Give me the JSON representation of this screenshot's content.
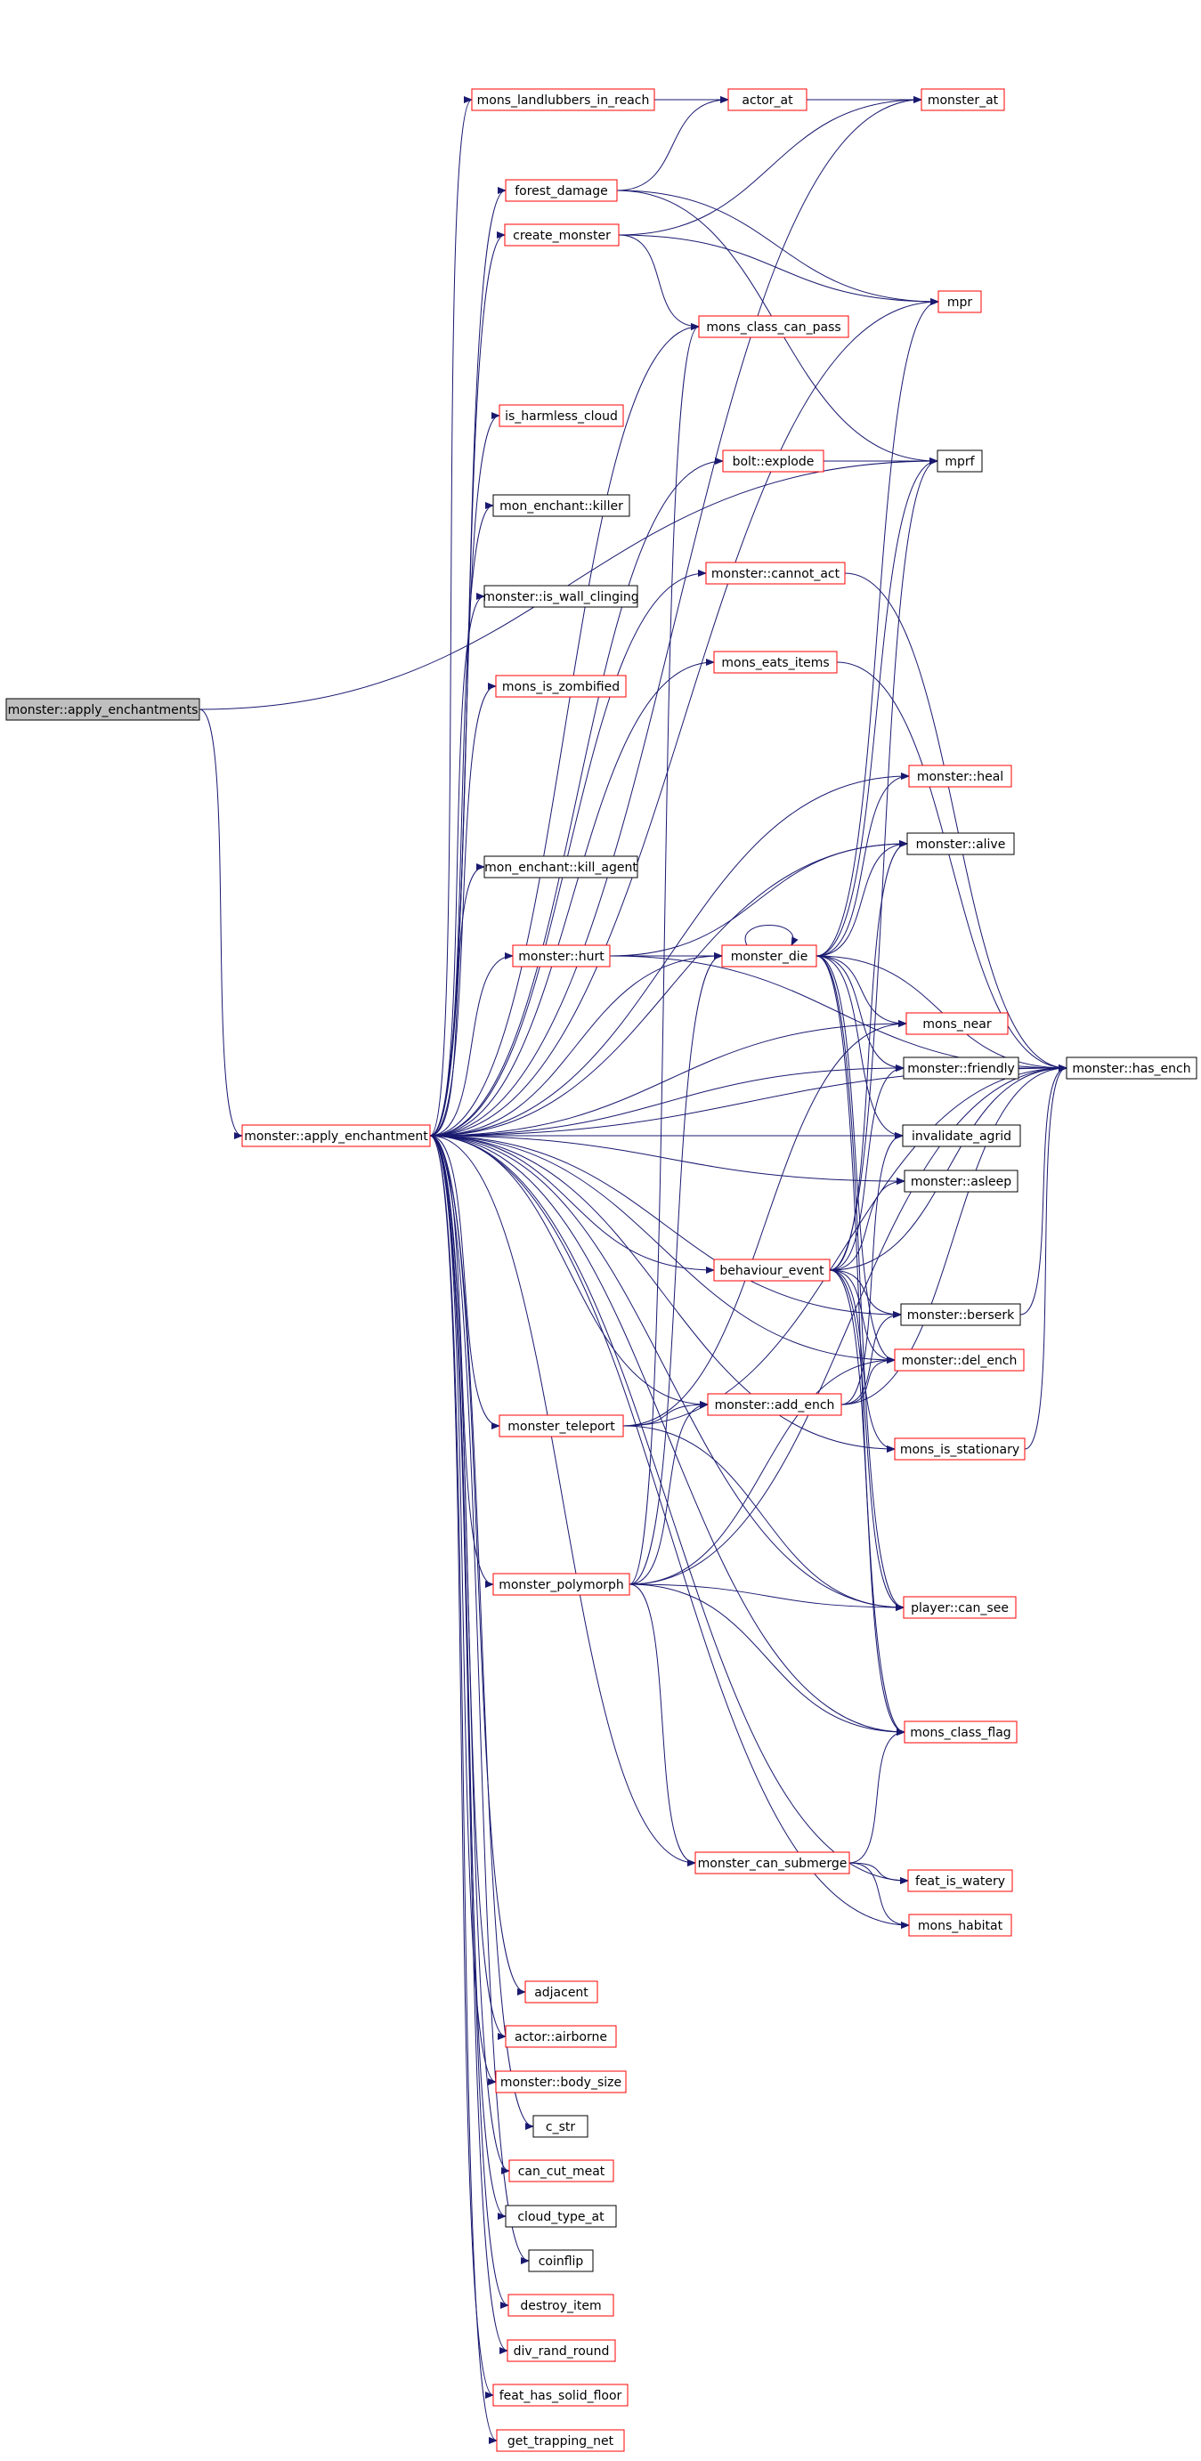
{
  "diagram": {
    "colors": {
      "edge": "#191970",
      "node_red_border": "#ff0000",
      "node_black_border": "#000000",
      "node_root_fill": "#bfbfbf",
      "node_fill": "#ffffff",
      "text": "#000000"
    },
    "nodes": [
      {
        "id": "n0",
        "label": "monster::apply_enchantments",
        "style": "root"
      },
      {
        "id": "n1",
        "label": "monster::apply_enchantment",
        "style": "red"
      },
      {
        "id": "n2",
        "label": "mons_landlubbers_in_reach",
        "style": "red"
      },
      {
        "id": "n3",
        "label": "actor_at",
        "style": "red"
      },
      {
        "id": "n4",
        "label": "monster_at",
        "style": "red"
      },
      {
        "id": "n5",
        "label": "forest_damage",
        "style": "red"
      },
      {
        "id": "n6",
        "label": "create_monster",
        "style": "red"
      },
      {
        "id": "n7",
        "label": "mpr",
        "style": "red"
      },
      {
        "id": "n8",
        "label": "mons_class_can_pass",
        "style": "red"
      },
      {
        "id": "n9",
        "label": "is_harmless_cloud",
        "style": "red"
      },
      {
        "id": "n10",
        "label": "bolt::explode",
        "style": "red"
      },
      {
        "id": "n11",
        "label": "mprf",
        "style": "black"
      },
      {
        "id": "n12",
        "label": "mon_enchant::killer",
        "style": "black"
      },
      {
        "id": "n13",
        "label": "monster::cannot_act",
        "style": "red"
      },
      {
        "id": "n14",
        "label": "monster::is_wall_clinging",
        "style": "black"
      },
      {
        "id": "n15",
        "label": "mons_eats_items",
        "style": "red"
      },
      {
        "id": "n16",
        "label": "mons_is_zombified",
        "style": "red"
      },
      {
        "id": "n17",
        "label": "monster::heal",
        "style": "red"
      },
      {
        "id": "n18",
        "label": "monster::alive",
        "style": "black"
      },
      {
        "id": "n19",
        "label": "mon_enchant::kill_agent",
        "style": "black"
      },
      {
        "id": "n20",
        "label": "monster::hurt",
        "style": "red"
      },
      {
        "id": "n21",
        "label": "monster_die",
        "style": "red"
      },
      {
        "id": "n22",
        "label": "mons_near",
        "style": "red"
      },
      {
        "id": "n23",
        "label": "monster::friendly",
        "style": "black"
      },
      {
        "id": "n24",
        "label": "monster::has_ench",
        "style": "black"
      },
      {
        "id": "n25",
        "label": "invalidate_agrid",
        "style": "black"
      },
      {
        "id": "n26",
        "label": "monster::asleep",
        "style": "black"
      },
      {
        "id": "n27",
        "label": "behaviour_event",
        "style": "red"
      },
      {
        "id": "n28",
        "label": "monster::berserk",
        "style": "black"
      },
      {
        "id": "n29",
        "label": "monster::del_ench",
        "style": "red"
      },
      {
        "id": "n30",
        "label": "monster::add_ench",
        "style": "red"
      },
      {
        "id": "n31",
        "label": "monster_teleport",
        "style": "red"
      },
      {
        "id": "n32",
        "label": "mons_is_stationary",
        "style": "red"
      },
      {
        "id": "n33",
        "label": "monster_polymorph",
        "style": "red"
      },
      {
        "id": "n34",
        "label": "player::can_see",
        "style": "red"
      },
      {
        "id": "n35",
        "label": "mons_class_flag",
        "style": "red"
      },
      {
        "id": "n36",
        "label": "monster_can_submerge",
        "style": "red"
      },
      {
        "id": "n37",
        "label": "feat_is_watery",
        "style": "red"
      },
      {
        "id": "n38",
        "label": "mons_habitat",
        "style": "red"
      },
      {
        "id": "n39",
        "label": "adjacent",
        "style": "red"
      },
      {
        "id": "n40",
        "label": "actor::airborne",
        "style": "red"
      },
      {
        "id": "n41",
        "label": "monster::body_size",
        "style": "red"
      },
      {
        "id": "n42",
        "label": "c_str",
        "style": "black"
      },
      {
        "id": "n43",
        "label": "can_cut_meat",
        "style": "red"
      },
      {
        "id": "n44",
        "label": "cloud_type_at",
        "style": "black"
      },
      {
        "id": "n45",
        "label": "coinflip",
        "style": "black"
      },
      {
        "id": "n46",
        "label": "destroy_item",
        "style": "red"
      },
      {
        "id": "n47",
        "label": "div_rand_round",
        "style": "red"
      },
      {
        "id": "n48",
        "label": "feat_has_solid_floor",
        "style": "red"
      },
      {
        "id": "n49",
        "label": "get_trapping_net",
        "style": "red"
      }
    ],
    "edges": [
      [
        "n0",
        "n1"
      ],
      [
        "n0",
        "n11"
      ],
      [
        "n1",
        "n2"
      ],
      [
        "n1",
        "n4"
      ],
      [
        "n1",
        "n5"
      ],
      [
        "n1",
        "n6"
      ],
      [
        "n1",
        "n7"
      ],
      [
        "n1",
        "n8"
      ],
      [
        "n1",
        "n9"
      ],
      [
        "n1",
        "n10"
      ],
      [
        "n1",
        "n12"
      ],
      [
        "n1",
        "n13"
      ],
      [
        "n1",
        "n14"
      ],
      [
        "n1",
        "n15"
      ],
      [
        "n1",
        "n16"
      ],
      [
        "n1",
        "n17"
      ],
      [
        "n1",
        "n18"
      ],
      [
        "n1",
        "n19"
      ],
      [
        "n1",
        "n20"
      ],
      [
        "n1",
        "n21"
      ],
      [
        "n1",
        "n22"
      ],
      [
        "n1",
        "n23"
      ],
      [
        "n1",
        "n24"
      ],
      [
        "n1",
        "n25"
      ],
      [
        "n1",
        "n26"
      ],
      [
        "n1",
        "n27"
      ],
      [
        "n1",
        "n28"
      ],
      [
        "n1",
        "n29"
      ],
      [
        "n1",
        "n30"
      ],
      [
        "n1",
        "n31"
      ],
      [
        "n1",
        "n32"
      ],
      [
        "n1",
        "n33"
      ],
      [
        "n1",
        "n34"
      ],
      [
        "n1",
        "n35"
      ],
      [
        "n1",
        "n36"
      ],
      [
        "n1",
        "n37"
      ],
      [
        "n1",
        "n38"
      ],
      [
        "n1",
        "n39"
      ],
      [
        "n1",
        "n40"
      ],
      [
        "n1",
        "n41"
      ],
      [
        "n1",
        "n42"
      ],
      [
        "n1",
        "n43"
      ],
      [
        "n1",
        "n44"
      ],
      [
        "n1",
        "n45"
      ],
      [
        "n1",
        "n46"
      ],
      [
        "n1",
        "n47"
      ],
      [
        "n1",
        "n48"
      ],
      [
        "n1",
        "n49"
      ],
      [
        "n2",
        "n3"
      ],
      [
        "n3",
        "n4"
      ],
      [
        "n5",
        "n3"
      ],
      [
        "n5",
        "n7"
      ],
      [
        "n5",
        "n11"
      ],
      [
        "n6",
        "n4"
      ],
      [
        "n6",
        "n7"
      ],
      [
        "n6",
        "n8"
      ],
      [
        "n10",
        "n11"
      ],
      [
        "n13",
        "n24"
      ],
      [
        "n15",
        "n24"
      ],
      [
        "n20",
        "n18"
      ],
      [
        "n20",
        "n21"
      ],
      [
        "n20",
        "n24"
      ],
      [
        "n21",
        "n7"
      ],
      [
        "n21",
        "n11"
      ],
      [
        "n21",
        "n17"
      ],
      [
        "n21",
        "n18"
      ],
      [
        "n21",
        "n21"
      ],
      [
        "n21",
        "n22"
      ],
      [
        "n21",
        "n23"
      ],
      [
        "n21",
        "n24"
      ],
      [
        "n21",
        "n25"
      ],
      [
        "n21",
        "n29"
      ],
      [
        "n21",
        "n34"
      ],
      [
        "n21",
        "n35"
      ],
      [
        "n23",
        "n24"
      ],
      [
        "n27",
        "n11"
      ],
      [
        "n27",
        "n18"
      ],
      [
        "n27",
        "n23"
      ],
      [
        "n27",
        "n24"
      ],
      [
        "n27",
        "n26"
      ],
      [
        "n27",
        "n28"
      ],
      [
        "n27",
        "n29"
      ],
      [
        "n27",
        "n32"
      ],
      [
        "n27",
        "n34"
      ],
      [
        "n27",
        "n35"
      ],
      [
        "n28",
        "n24"
      ],
      [
        "n30",
        "n25"
      ],
      [
        "n30",
        "n28"
      ],
      [
        "n30",
        "n29"
      ],
      [
        "n30",
        "n24"
      ],
      [
        "n31",
        "n22"
      ],
      [
        "n31",
        "n30"
      ],
      [
        "n31",
        "n24"
      ],
      [
        "n31",
        "n34"
      ],
      [
        "n32",
        "n24"
      ],
      [
        "n33",
        "n8"
      ],
      [
        "n33",
        "n21"
      ],
      [
        "n33",
        "n29"
      ],
      [
        "n33",
        "n30"
      ],
      [
        "n33",
        "n24"
      ],
      [
        "n33",
        "n34"
      ],
      [
        "n33",
        "n35"
      ],
      [
        "n33",
        "n36"
      ],
      [
        "n36",
        "n35"
      ],
      [
        "n36",
        "n37"
      ],
      [
        "n36",
        "n38"
      ]
    ]
  }
}
